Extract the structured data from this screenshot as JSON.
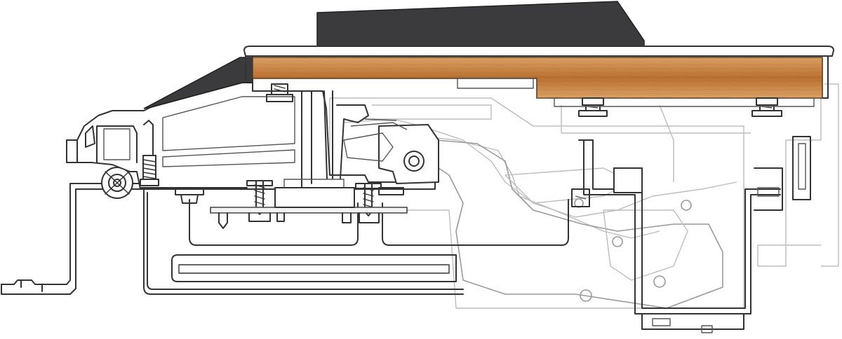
{
  "figure": {
    "colors": {
      "cover": "#3b3b3d",
      "wood_light": "#dca368",
      "wood_dark": "#b86f2e",
      "line": "#333333",
      "ghost": "#bdbdbd",
      "background": "#ffffff"
    },
    "components": [
      "dark-cover-panel",
      "wooden-key-lever",
      "key-frame-housing",
      "front-rail-bracket",
      "pivot-shaft",
      "adjustment-screws",
      "circuit-board",
      "hammer-action-assembly",
      "rear-bracket",
      "base-rail"
    ]
  }
}
